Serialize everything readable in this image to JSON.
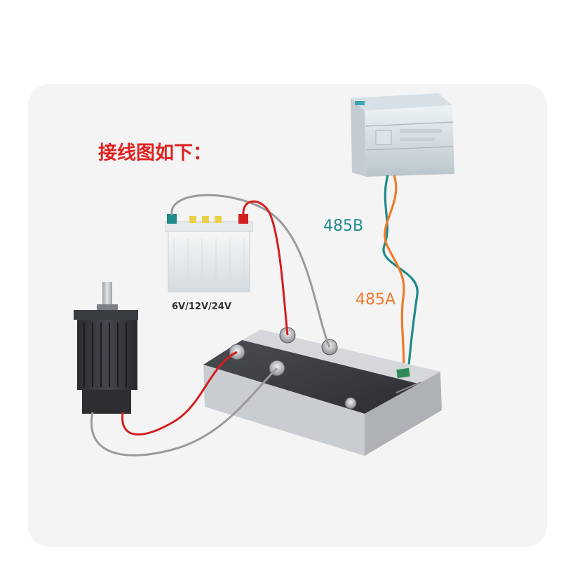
{
  "title": "接线图如下：",
  "battery_label": "6V/12V/24V",
  "wire_b_label": "485B",
  "wire_a_label": "485A",
  "colors": {
    "title": "#e02020",
    "wire_b": "#1f8a8a",
    "wire_a": "#f07a2a",
    "red_wire": "#d41f1f",
    "gray_wire": "#9a9a9a",
    "background": "#f4f4f4"
  },
  "icons": [
    "plc-module",
    "battery-icon",
    "dc-motor-icon",
    "motor-controller-module",
    "terminal-screw"
  ]
}
